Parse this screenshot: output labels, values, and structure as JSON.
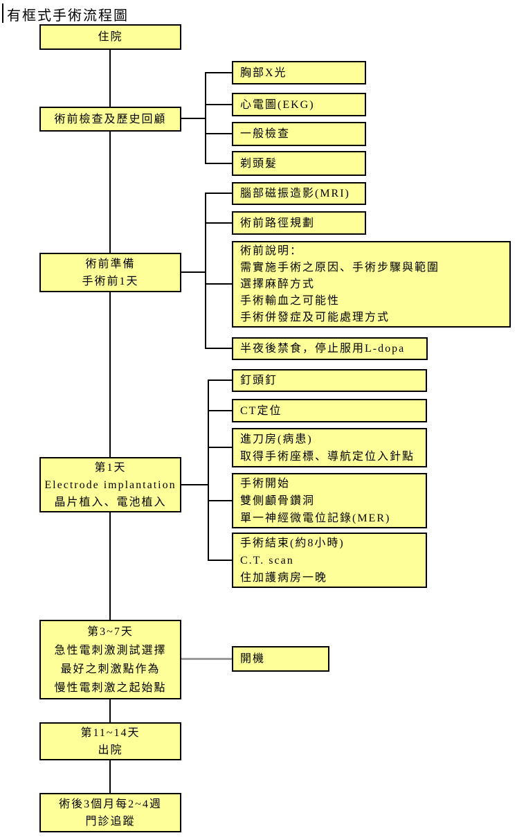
{
  "title": "有框式手術流程圖",
  "colors": {
    "box_fill": "#FFFF99",
    "box_border": "#000000",
    "connector_black": "#000000",
    "connector_gray": "#999999"
  },
  "flow": {
    "main": [
      {
        "lines": [
          "住院"
        ]
      },
      {
        "lines": [
          "術前檢查及歷史回顧"
        ]
      },
      {
        "lines": [
          "術前準備",
          "手術前1天"
        ]
      },
      {
        "lines": [
          "第1天",
          "Electrode implantation",
          "晶片植入、電池植入"
        ]
      },
      {
        "lines": [
          "第3~7天",
          "急性電刺激測試選擇",
          "最好之刺激點作為",
          "慢性電刺激之起始點"
        ]
      },
      {
        "lines": [
          "第11~14天",
          "出院"
        ]
      },
      {
        "lines": [
          "術後3個月每2~4週",
          "門診追蹤"
        ]
      }
    ],
    "exam_children": [
      {
        "lines": [
          "胸部X光"
        ]
      },
      {
        "lines": [
          "心電圖(EKG)"
        ]
      },
      {
        "lines": [
          "一般檢查"
        ]
      },
      {
        "lines": [
          "剃頭髮"
        ]
      }
    ],
    "prep_children": [
      {
        "lines": [
          "腦部磁振造影(MRI)"
        ]
      },
      {
        "lines": [
          "術前路徑規劃"
        ]
      },
      {
        "lines": [
          "術前說明：",
          "需實施手術之原因、手術步驟與範圍",
          "選擇麻醉方式",
          "手術輸血之可能性",
          "手術併發症及可能處理方式"
        ]
      },
      {
        "lines": [
          "半夜後禁食，停止服用L-dopa"
        ]
      }
    ],
    "day1_children": [
      {
        "lines": [
          "釘頭釘"
        ]
      },
      {
        "lines": [
          "CT定位"
        ]
      },
      {
        "lines": [
          "進刀房(病患)",
          "取得手術座標、導航定位入針點"
        ]
      },
      {
        "lines": [
          "手術開始",
          "雙側顱骨鑽洞",
          "單一神經微電位記錄(MER)"
        ]
      },
      {
        "lines": [
          "手術結束(約8小時)",
          "C.T. scan",
          "住加護病房一晚"
        ]
      }
    ],
    "stim_children": [
      {
        "lines": [
          "開機"
        ]
      }
    ]
  }
}
